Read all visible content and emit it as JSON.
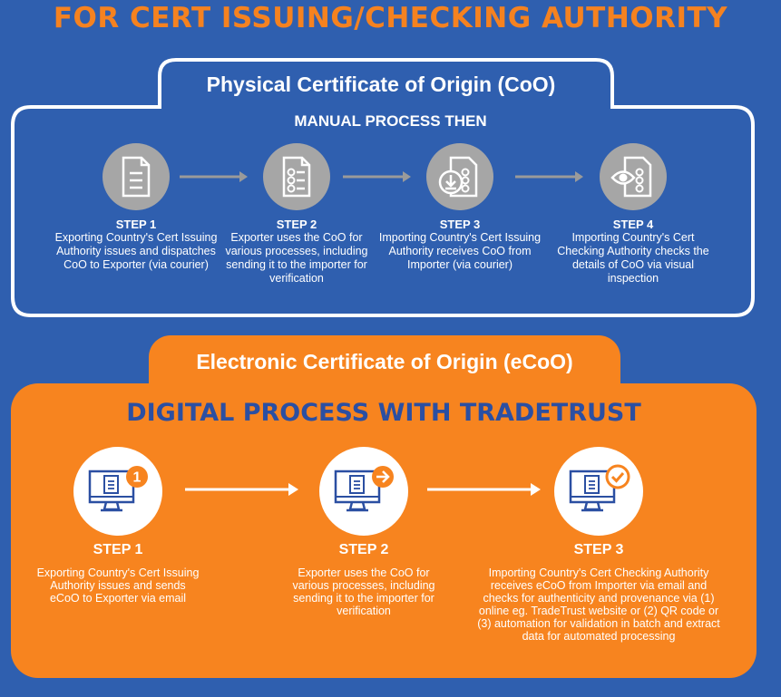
{
  "header": {
    "title": "FOR CERT ISSUING/CHECKING AUTHORITY"
  },
  "physical": {
    "title": "Physical Certificate of Origin (CoO)",
    "subtitle": "MANUAL PROCESS THEN",
    "steps": [
      {
        "label": "STEP 1",
        "text": "Exporting Country's Cert Issuing Authority issues and dispatches CoO to Exporter (via courier)",
        "icon": "document-icon"
      },
      {
        "label": "STEP 2",
        "text": "Exporter uses the CoO for various processes, including sending it to the importer for verification",
        "icon": "checklist-document-icon"
      },
      {
        "label": "STEP 3",
        "text": "Importing Country's Cert Issuing Authority receives CoO from Importer (via courier)",
        "icon": "receive-document-icon"
      },
      {
        "label": "STEP 4",
        "text": "Importing Country's Cert Checking Authority checks the details of CoO via visual inspection",
        "icon": "eye-document-icon"
      }
    ]
  },
  "electronic": {
    "title": "Electronic Certificate of Origin (eCoO)",
    "subtitle": "DIGITAL PROCESS WITH TRADETRUST",
    "steps": [
      {
        "label": "STEP 1",
        "text": "Exporting Country's Cert Issuing Authority issues and sends eCoO to Exporter via email",
        "icon": "computer-number-one-icon",
        "badge": "1"
      },
      {
        "label": "STEP 2",
        "text": "Exporter uses the CoO for various processes, including sending it to the importer for verification",
        "icon": "computer-forward-icon"
      },
      {
        "label": "STEP 3",
        "text": "Importing Country's Cert Checking Authority receives eCoO from Importer via email and checks for authenticity and provenance via (1) online eg. TradeTrust website or (2) QR code or (3) automation for validation in batch and extract data for automated processing",
        "icon": "computer-check-icon"
      }
    ]
  },
  "colors": {
    "background": "#2f5faf",
    "accent": "#f58220",
    "box": "#f7841f",
    "navy": "#2b4fa2",
    "icon_grey": "#a6a6a6"
  }
}
